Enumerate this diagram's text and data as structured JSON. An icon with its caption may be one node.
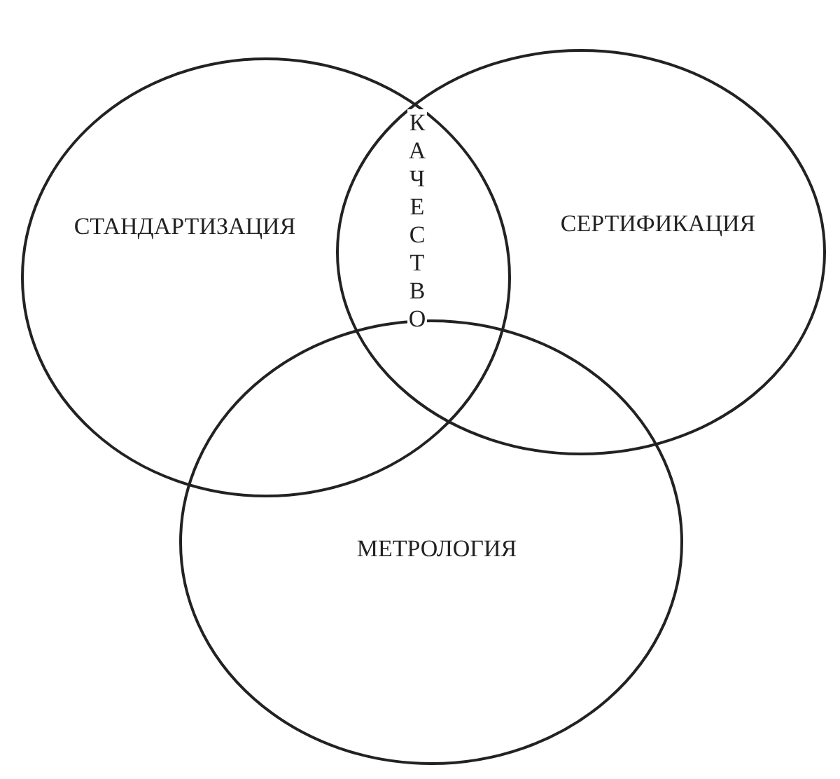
{
  "diagram": {
    "nodes": [
      {
        "text": [
          "СТАНДАРТИЗАЦИЯ"
        ]
      },
      {
        "text": [
          "СЕРТИФИКАЦИЯ"
        ]
      },
      {
        "text": [
          "МЕТРОЛОГИЯ"
        ]
      }
    ],
    "labels": [
      "КАЧЕСТВО"
    ]
  }
}
